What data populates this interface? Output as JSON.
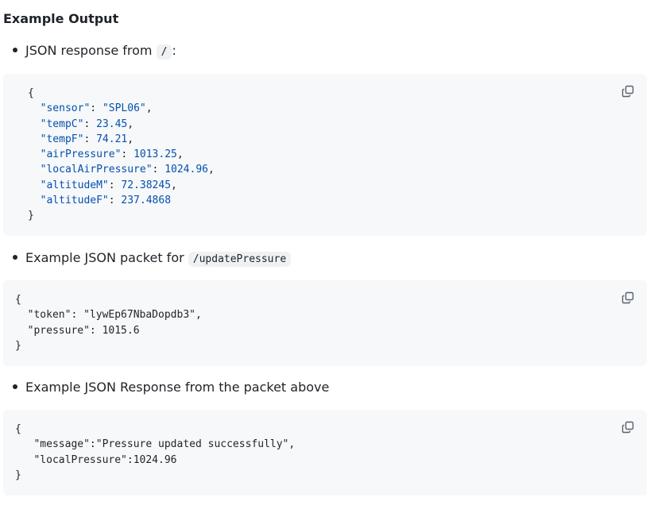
{
  "heading": "Example Output",
  "bullets": [
    {
      "text": "JSON response from ",
      "code": "/",
      "suffix": ":"
    },
    {
      "text": "Example JSON packet for ",
      "code": "/updatePressure",
      "suffix": ""
    },
    {
      "text": "Example JSON Response from the packet above",
      "code": "",
      "suffix": ""
    }
  ],
  "block1": {
    "open": "{",
    "lines": [
      {
        "key": "\"sensor\"",
        "sep": ": ",
        "value": "\"SPL06\"",
        "end": ","
      },
      {
        "key": "\"tempC\"",
        "sep": ": ",
        "value": "23.45",
        "end": ","
      },
      {
        "key": "\"tempF\"",
        "sep": ": ",
        "value": "74.21",
        "end": ","
      },
      {
        "key": "\"airPressure\"",
        "sep": ": ",
        "value": "1013.25",
        "end": ","
      },
      {
        "key": "\"localAirPressure\"",
        "sep": ": ",
        "value": "1024.96",
        "end": ","
      },
      {
        "key": "\"altitudeM\"",
        "sep": ": ",
        "value": "72.38245",
        "end": ","
      },
      {
        "key": "\"altitudeF\"",
        "sep": ": ",
        "value": "237.4868",
        "end": ""
      }
    ],
    "close": "}"
  },
  "block2": {
    "open": "{",
    "lines": [
      "  \"token\": \"lywEp67NbaDopdb3\",",
      "  \"pressure\": 1015.6"
    ],
    "close": "}"
  },
  "block3": {
    "open": "{",
    "lines": [
      "   \"message\":\"Pressure updated successfully\",",
      "   \"localPressure\":1024.96"
    ],
    "close": "}"
  },
  "icons": {
    "copy": "copy-icon"
  }
}
